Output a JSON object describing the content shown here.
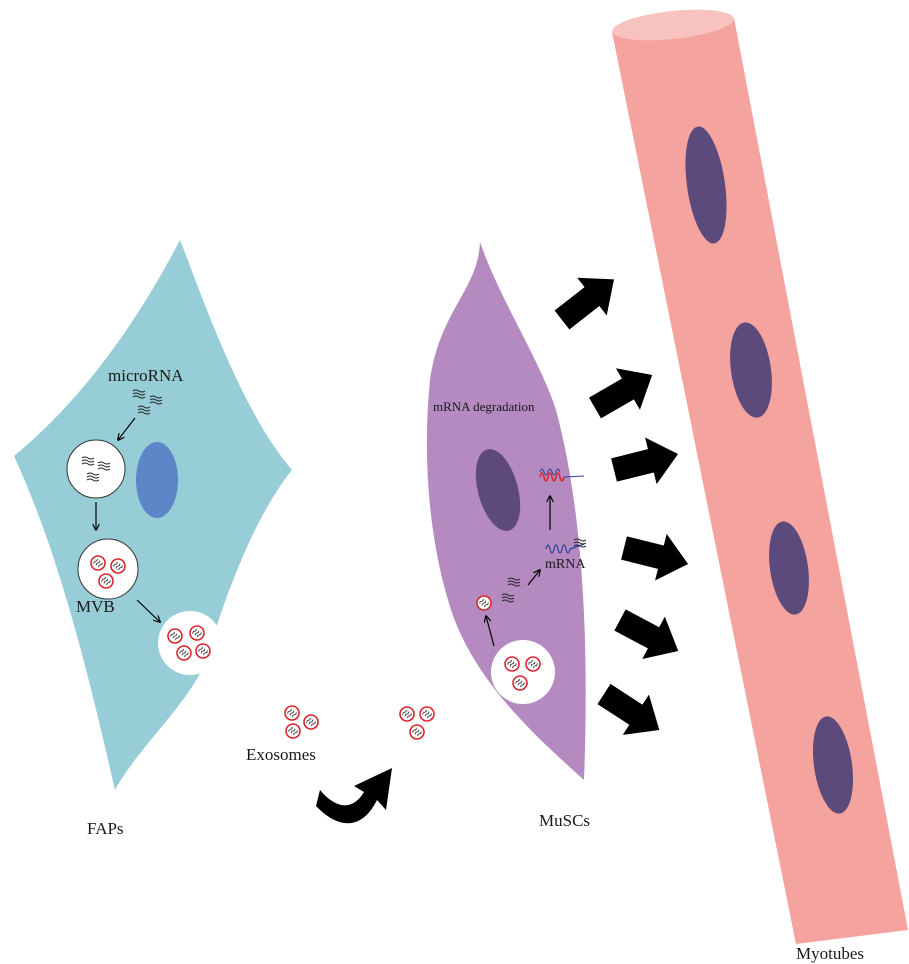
{
  "labels": {
    "microrna": "microRNA",
    "mvb": "MVB",
    "exosomes": "Exosomes",
    "faps": "FAPs",
    "muscs": "MuSCs",
    "myotubes": "Myotubes",
    "mrna_degradation": "mRNA degradation",
    "mrna": "mRNA"
  },
  "colors": {
    "fap_cell": "#96cdd6",
    "fap_nucleus": "#5b87c8",
    "musc_cell": "#b48ac0",
    "musc_nucleus": "#5d4a7b",
    "myotube": "#f5a39e",
    "myotube_top": "#f8c3bf",
    "myotube_nucleus": "#5b4a7b",
    "exosome_ring": "#d9262e",
    "arrow": "#000000"
  }
}
